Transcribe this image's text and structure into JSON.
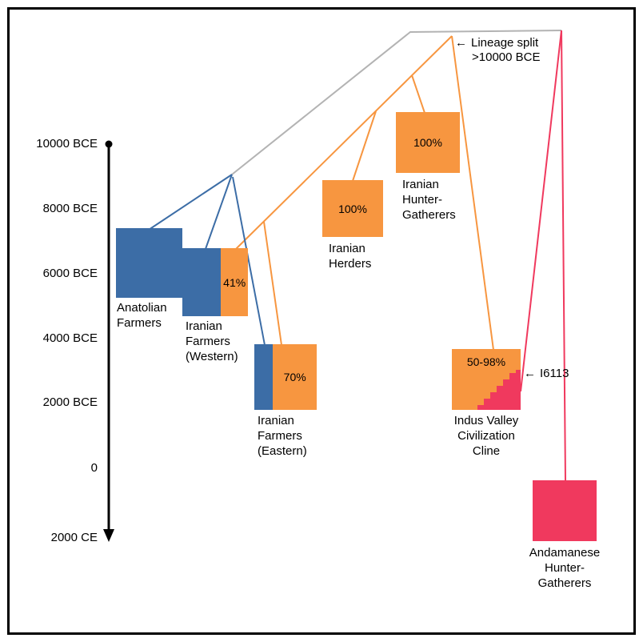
{
  "timeline": {
    "ticks": [
      "10000 BCE",
      "8000 BCE",
      "6000 BCE",
      "4000 BCE",
      "2000 BCE",
      "0",
      "2000 CE"
    ]
  },
  "annotations": {
    "lineage_split": {
      "arrow": "←",
      "line1": "Lineage split",
      "line2": ">10000 BCE"
    },
    "i6113": {
      "arrow": "←",
      "label": "I6113"
    }
  },
  "populations": {
    "anatolian": {
      "label_line1": "Anatolian",
      "label_line2": "Farmers"
    },
    "iranian_west": {
      "pct": "41%",
      "label_line1": "Iranian",
      "label_line2": "Farmers",
      "label_line3": "(Western)"
    },
    "iranian_east": {
      "pct": "70%",
      "label_line1": "Iranian",
      "label_line2": "Farmers",
      "label_line3": "(Eastern)"
    },
    "iranian_herders": {
      "pct": "100%",
      "label_line1": "Iranian",
      "label_line2": "Herders"
    },
    "iranian_hg": {
      "pct": "100%",
      "label_line1": "Iranian",
      "label_line2": "Hunter-",
      "label_line3": "Gatherers"
    },
    "indus": {
      "pct": "50-98%",
      "label_line1": "Indus Valley",
      "label_line2": "Civilization",
      "label_line3": "Cline"
    },
    "andamanese": {
      "label_line1": "Andamanese",
      "label_line2": "Hunter-",
      "label_line3": "Gatherers"
    }
  },
  "colors": {
    "blue": "#3c6da6",
    "orange": "#f79640",
    "pink": "#f0395e",
    "gray": "#b3b3b3",
    "black": "#000000"
  }
}
